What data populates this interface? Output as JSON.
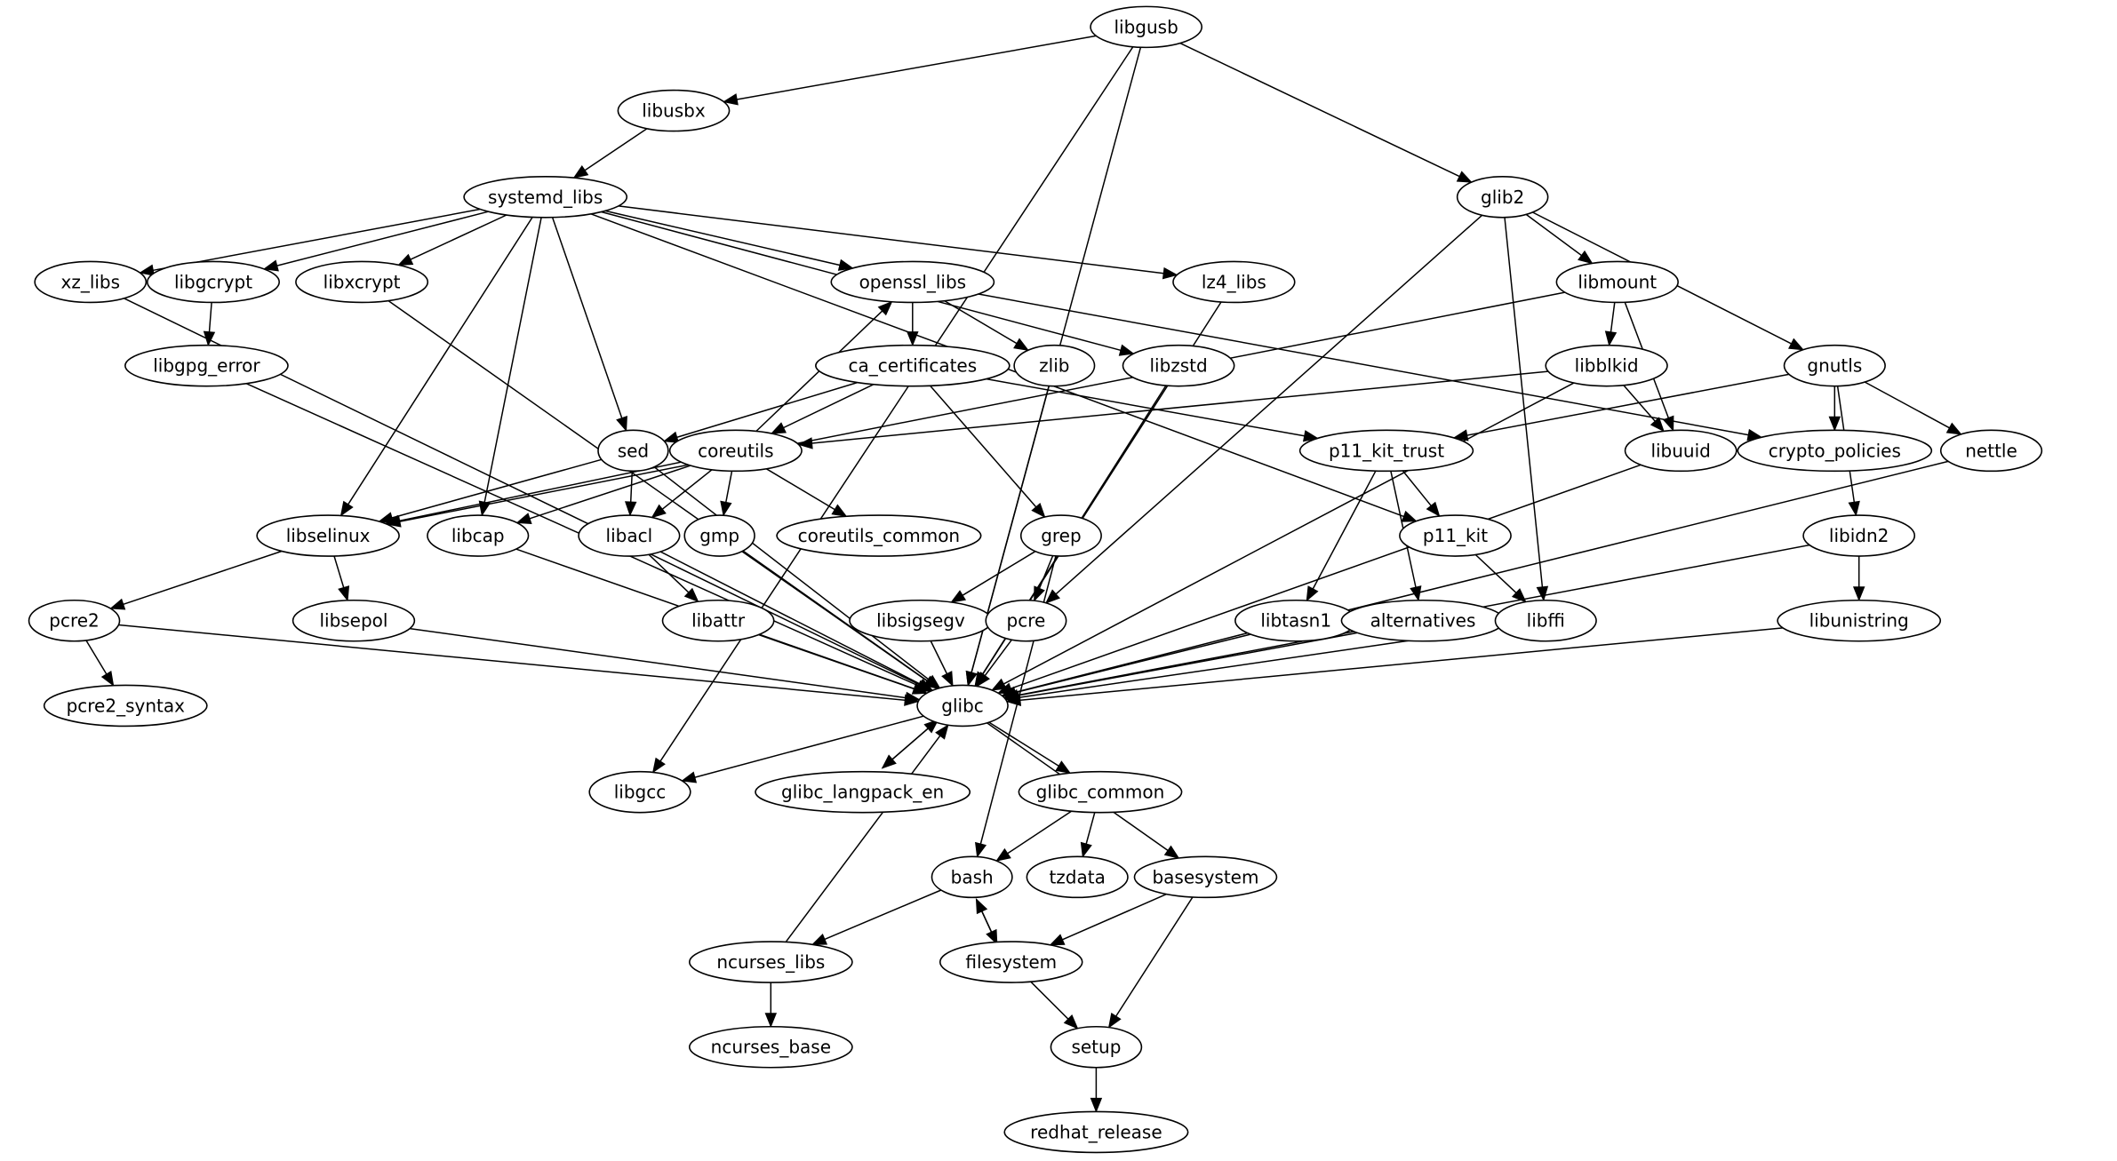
{
  "graph": {
    "type": "directed-dependency-graph",
    "nodes": [
      {
        "id": "libgusb",
        "label": "libgusb"
      },
      {
        "id": "libusbx",
        "label": "libusbx"
      },
      {
        "id": "systemd_libs",
        "label": "systemd_libs"
      },
      {
        "id": "glib2",
        "label": "glib2"
      },
      {
        "id": "xz_libs",
        "label": "xz_libs"
      },
      {
        "id": "libgcrypt",
        "label": "libgcrypt"
      },
      {
        "id": "libxcrypt",
        "label": "libxcrypt"
      },
      {
        "id": "openssl_libs",
        "label": "openssl_libs"
      },
      {
        "id": "lz4_libs",
        "label": "lz4_libs"
      },
      {
        "id": "libmount",
        "label": "libmount"
      },
      {
        "id": "libgpg_error",
        "label": "libgpg_error"
      },
      {
        "id": "ca_certificates",
        "label": "ca_certificates"
      },
      {
        "id": "zlib",
        "label": "zlib"
      },
      {
        "id": "libzstd",
        "label": "libzstd"
      },
      {
        "id": "libblkid",
        "label": "libblkid"
      },
      {
        "id": "gnutls",
        "label": "gnutls"
      },
      {
        "id": "sed",
        "label": "sed"
      },
      {
        "id": "coreutils",
        "label": "coreutils"
      },
      {
        "id": "p11_kit_trust",
        "label": "p11_kit_trust"
      },
      {
        "id": "libuuid",
        "label": "libuuid"
      },
      {
        "id": "crypto_policies",
        "label": "crypto_policies"
      },
      {
        "id": "nettle",
        "label": "nettle"
      },
      {
        "id": "libselinux",
        "label": "libselinux"
      },
      {
        "id": "libcap",
        "label": "libcap"
      },
      {
        "id": "libacl",
        "label": "libacl"
      },
      {
        "id": "gmp",
        "label": "gmp"
      },
      {
        "id": "coreutils_common",
        "label": "coreutils_common"
      },
      {
        "id": "grep",
        "label": "grep"
      },
      {
        "id": "p11_kit",
        "label": "p11_kit"
      },
      {
        "id": "libidn2",
        "label": "libidn2"
      },
      {
        "id": "pcre2",
        "label": "pcre2"
      },
      {
        "id": "libsepol",
        "label": "libsepol"
      },
      {
        "id": "libattr",
        "label": "libattr"
      },
      {
        "id": "libsigsegv",
        "label": "libsigsegv"
      },
      {
        "id": "pcre",
        "label": "pcre"
      },
      {
        "id": "libtasn1",
        "label": "libtasn1"
      },
      {
        "id": "alternatives",
        "label": "alternatives"
      },
      {
        "id": "libffi",
        "label": "libffi"
      },
      {
        "id": "libunistring",
        "label": "libunistring"
      },
      {
        "id": "pcre2_syntax",
        "label": "pcre2_syntax"
      },
      {
        "id": "glibc",
        "label": "glibc"
      },
      {
        "id": "libgcc",
        "label": "libgcc"
      },
      {
        "id": "glibc_langpack_en",
        "label": "glibc_langpack_en"
      },
      {
        "id": "glibc_common",
        "label": "glibc_common"
      },
      {
        "id": "bash",
        "label": "bash"
      },
      {
        "id": "tzdata",
        "label": "tzdata"
      },
      {
        "id": "basesystem",
        "label": "basesystem"
      },
      {
        "id": "ncurses_libs",
        "label": "ncurses_libs"
      },
      {
        "id": "filesystem",
        "label": "filesystem"
      },
      {
        "id": "ncurses_base",
        "label": "ncurses_base"
      },
      {
        "id": "setup",
        "label": "setup"
      },
      {
        "id": "redhat_release",
        "label": "redhat_release"
      }
    ],
    "edges": [
      [
        "libgusb",
        "libusbx"
      ],
      [
        "libgusb",
        "glib2"
      ],
      [
        "libgusb",
        "libgcc"
      ],
      [
        "libgusb",
        "glibc"
      ],
      [
        "libusbx",
        "systemd_libs"
      ],
      [
        "systemd_libs",
        "xz_libs"
      ],
      [
        "systemd_libs",
        "libgcrypt"
      ],
      [
        "systemd_libs",
        "libxcrypt"
      ],
      [
        "systemd_libs",
        "openssl_libs"
      ],
      [
        "systemd_libs",
        "lz4_libs"
      ],
      [
        "systemd_libs",
        "libzstd"
      ],
      [
        "systemd_libs",
        "p11_kit"
      ],
      [
        "systemd_libs",
        "libselinux"
      ],
      [
        "systemd_libs",
        "libcap"
      ],
      [
        "systemd_libs",
        "sed"
      ],
      [
        "glib2",
        "libmount"
      ],
      [
        "glib2",
        "gnutls"
      ],
      [
        "glib2",
        "pcre"
      ],
      [
        "glib2",
        "libffi"
      ],
      [
        "xz_libs",
        "glibc"
      ],
      [
        "libgcrypt",
        "libgpg_error"
      ],
      [
        "libgpg_error",
        "glibc"
      ],
      [
        "libxcrypt",
        "glibc"
      ],
      [
        "openssl_libs",
        "ca_certificates"
      ],
      [
        "openssl_libs",
        "zlib"
      ],
      [
        "openssl_libs",
        "crypto_policies"
      ],
      [
        "lz4_libs",
        "glibc"
      ],
      [
        "libmount",
        "libblkid"
      ],
      [
        "libmount",
        "libuuid"
      ],
      [
        "libmount",
        "libselinux"
      ],
      [
        "ca_certificates",
        "sed"
      ],
      [
        "ca_certificates",
        "coreutils"
      ],
      [
        "ca_certificates",
        "grep"
      ],
      [
        "ca_certificates",
        "p11_kit_trust"
      ],
      [
        "zlib",
        "glibc"
      ],
      [
        "libzstd",
        "glibc"
      ],
      [
        "libblkid",
        "libuuid"
      ],
      [
        "libblkid",
        "coreutils"
      ],
      [
        "libblkid",
        "glibc"
      ],
      [
        "gnutls",
        "crypto_policies"
      ],
      [
        "gnutls",
        "nettle"
      ],
      [
        "gnutls",
        "p11_kit_trust"
      ],
      [
        "gnutls",
        "libidn2"
      ],
      [
        "sed",
        "libselinux"
      ],
      [
        "sed",
        "libacl"
      ],
      [
        "sed",
        "glibc"
      ],
      [
        "coreutils",
        "openssl_libs"
      ],
      [
        "coreutils",
        "libselinux"
      ],
      [
        "coreutils",
        "libcap"
      ],
      [
        "coreutils",
        "libacl"
      ],
      [
        "coreutils",
        "gmp"
      ],
      [
        "coreutils",
        "coreutils_common"
      ],
      [
        "p11_kit_trust",
        "p11_kit"
      ],
      [
        "p11_kit_trust",
        "libtasn1"
      ],
      [
        "p11_kit_trust",
        "alternatives"
      ],
      [
        "libuuid",
        "glibc"
      ],
      [
        "nettle",
        "glibc"
      ],
      [
        "libselinux",
        "pcre2"
      ],
      [
        "libselinux",
        "libsepol"
      ],
      [
        "libcap",
        "glibc"
      ],
      [
        "libacl",
        "libattr"
      ],
      [
        "libacl",
        "glibc"
      ],
      [
        "gmp",
        "glibc"
      ],
      [
        "grep",
        "pcre"
      ],
      [
        "grep",
        "libsigsegv"
      ],
      [
        "grep",
        "bash"
      ],
      [
        "p11_kit",
        "libffi"
      ],
      [
        "libidn2",
        "libunistring"
      ],
      [
        "libidn2",
        "glibc"
      ],
      [
        "pcre2",
        "pcre2_syntax"
      ],
      [
        "pcre2",
        "glibc"
      ],
      [
        "libsepol",
        "glibc"
      ],
      [
        "libattr",
        "glibc"
      ],
      [
        "libsigsegv",
        "glibc"
      ],
      [
        "pcre",
        "glibc"
      ],
      [
        "libtasn1",
        "glibc"
      ],
      [
        "alternatives",
        "glibc"
      ],
      [
        "libffi",
        "glibc"
      ],
      [
        "libunistring",
        "glibc"
      ],
      [
        "glibc",
        "libgcc"
      ],
      [
        "glibc",
        "glibc_langpack_en"
      ],
      [
        "glibc",
        "glibc_common"
      ],
      [
        "glibc",
        "basesystem"
      ],
      [
        "glibc_langpack_en",
        "glibc"
      ],
      [
        "glibc_common",
        "bash"
      ],
      [
        "glibc_common",
        "tzdata"
      ],
      [
        "bash",
        "ncurses_libs"
      ],
      [
        "bash",
        "filesystem"
      ],
      [
        "basesystem",
        "filesystem"
      ],
      [
        "basesystem",
        "setup"
      ],
      [
        "ncurses_libs",
        "ncurses_base"
      ],
      [
        "ncurses_libs",
        "glibc"
      ],
      [
        "filesystem",
        "bash"
      ],
      [
        "filesystem",
        "setup"
      ],
      [
        "setup",
        "redhat_release"
      ]
    ]
  }
}
